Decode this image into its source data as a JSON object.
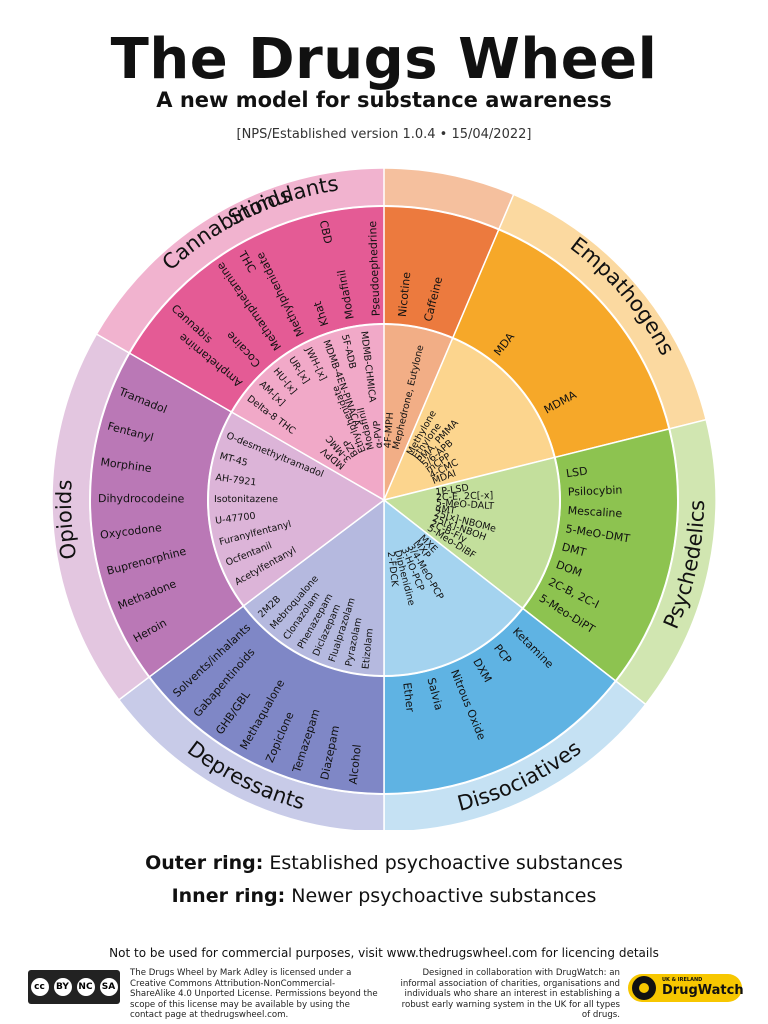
{
  "title": "The Drugs Wheel",
  "subtitle": "A new model for substance awareness",
  "version": "[NPS/Established version 1.0.4 • 15/04/2022]",
  "legend": {
    "outer_label": "Outer ring:",
    "outer_text": "Established psychoactive substances",
    "inner_label": "Inner ring:",
    "inner_text": "Newer psychoactive substances"
  },
  "notice": "Not to be used for commercial purposes, visit www.thedrugswheel.com for licencing details",
  "license_text": "The Drugs Wheel by Mark Adley is licensed under a Creative Commons Attribution-NonCommercial-ShareAlike 4.0 Unported License. Permissions beyond the scope of this license may be available by using the contact page at thedrugswheel.com.",
  "designed_text": "Designed in collaboration with DrugWatch: an informal association of charities, organisations and individuals who share an interest in establishing a robust early warning system in the UK for all types of drugs.",
  "cc_badges": [
    "cc",
    "BY",
    "NC",
    "SA"
  ],
  "drugwatch_logo": {
    "small": "UK & IRELAND",
    "name": "DrugWatch"
  },
  "categories": [
    {
      "name": "Stimulants",
      "colors": {
        "band": "#f5c09e",
        "outer": "#ec7a3e",
        "inner": "#f2ae86"
      },
      "outer": [
        "Amphetamine",
        "Cocaine",
        "Methamphetamine",
        "Methylphenidate",
        "Khat",
        "Modafinil",
        "Pseudoephedrine",
        "Nicotine",
        "Caffeine"
      ],
      "inner": [
        "MDPV",
        "3-MMC",
        "BZP",
        "Ethylphenidate",
        "Modafinil",
        "α-PVP",
        "4F-MPH",
        "Mephedrone, Eutylone"
      ]
    },
    {
      "name": "Empathogens",
      "colors": {
        "band": "#fbd9a0",
        "outer": "#f6a829",
        "inner": "#fcd58e"
      },
      "outer": [
        "MDA",
        "MDMA"
      ],
      "inner": [
        "Methylone",
        "Ethylone",
        "PMA, PMMA",
        "5/6-APB",
        "mCPP",
        "4-CMC",
        "MDAI"
      ]
    },
    {
      "name": "Psychedelics",
      "colors": {
        "band": "#d1e6b1",
        "outer": "#8dc350",
        "inner": "#c3df9c"
      },
      "outer": [
        "LSD",
        "Psilocybin",
        "Mescaline",
        "5-MeO-DMT",
        "DMT",
        "DOM",
        "2C-B, 2C-I",
        "5-Meo-DiPT"
      ],
      "inner": [
        "1P-LSD",
        "2C-E, 2C[-x]",
        "5-MeO-DALT",
        "αMT",
        "25[x]-NBOMe",
        "25[x]-NBOH",
        "2C-B-Fly",
        "5-Meo-DiBF"
      ]
    },
    {
      "name": "Dissociatives",
      "colors": {
        "band": "#c5e1f3",
        "outer": "#5fb3e3",
        "inner": "#a4d3ef"
      },
      "outer": [
        "Ketamine",
        "PCP",
        "DXM",
        "Nitrous Oxide",
        "Salvia",
        "Ether"
      ],
      "inner": [
        "MXE",
        "MXP",
        "3/4-MeO-PCP",
        "3-HO-PCP",
        "Diphenidine",
        "2-FDCK"
      ]
    },
    {
      "name": "Depressants",
      "colors": {
        "band": "#c8cbe8",
        "outer": "#7f87c6",
        "inner": "#b5b9df"
      },
      "outer": [
        "Alcohol",
        "Diazepam",
        "Temazepam",
        "Zopiclone",
        "Methaqualone",
        "GHB/GBL",
        "Gabapentinoids",
        "Solvents/inhalants"
      ],
      "inner": [
        "Etizolam",
        "Pyrazolam",
        "Flualprazolam",
        "Diclazepam",
        "Phenazepam",
        "Clonazolam",
        "Mebroqualone",
        "2M2B"
      ]
    },
    {
      "name": "Opioids",
      "colors": {
        "band": "#e3c6e0",
        "outer": "#ba78b6",
        "inner": "#dcb4d8"
      },
      "outer": [
        "Heroin",
        "Methadone",
        "Buprenorphine",
        "Oxycodone",
        "Dihydrocodeine",
        "Morphine",
        "Fentanyl",
        "Tramadol"
      ],
      "inner": [
        "Acetylfentanyl",
        "Ocfentanil",
        "Furanylfentanyl",
        "U-47700",
        "Isotonitazene",
        "AH-7921",
        "MT-45",
        "O-desmethyltramadol"
      ]
    },
    {
      "name": "Cannabinoids",
      "colors": {
        "band": "#f1b3cf",
        "outer": "#e45b95",
        "inner": "#f1a9c8"
      },
      "outer": [
        "Cannabis",
        "THC",
        "CBD"
      ],
      "inner": [
        "Delta-8 THC",
        "AM-[x]",
        "HU-[x]",
        "UR-[x]",
        "JWH-[x]",
        "MDMB-4EN-PINACA",
        "5F-ADB",
        "MDMB-CHMICA"
      ]
    }
  ]
}
